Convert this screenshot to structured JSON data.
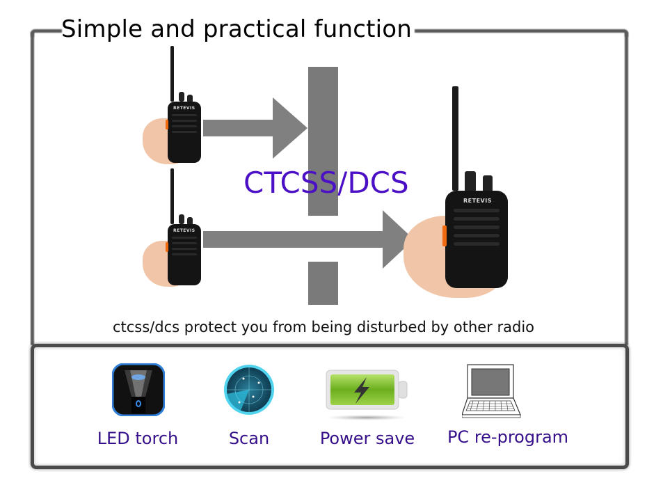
{
  "header": {
    "title": "Simple and practical function"
  },
  "diagram": {
    "label": "CTCSS/DCS",
    "label_color": "#4b0fc6",
    "caption": "ctcss/dcs protect you from being disturbed by other radio",
    "radios": [
      {
        "id": "sender-top",
        "brand": "RETEVIS"
      },
      {
        "id": "sender-bottom",
        "brand": "RETEVIS"
      },
      {
        "id": "receiver",
        "brand": "RETEVIS"
      }
    ],
    "arrows": [
      {
        "id": "blocked-arrow",
        "state": "blocked"
      },
      {
        "id": "passing-arrow",
        "state": "passes"
      }
    ]
  },
  "features": [
    {
      "label": "LED torch",
      "icon": "flashlight-icon"
    },
    {
      "label": "Scan",
      "icon": "radar-icon"
    },
    {
      "label": "Power save",
      "icon": "battery-icon"
    },
    {
      "label": "PC re-program",
      "icon": "laptop-icon"
    }
  ],
  "colors": {
    "frame": "#5a5a5a",
    "arrow": "#808080",
    "feature_text": "#35108a"
  }
}
